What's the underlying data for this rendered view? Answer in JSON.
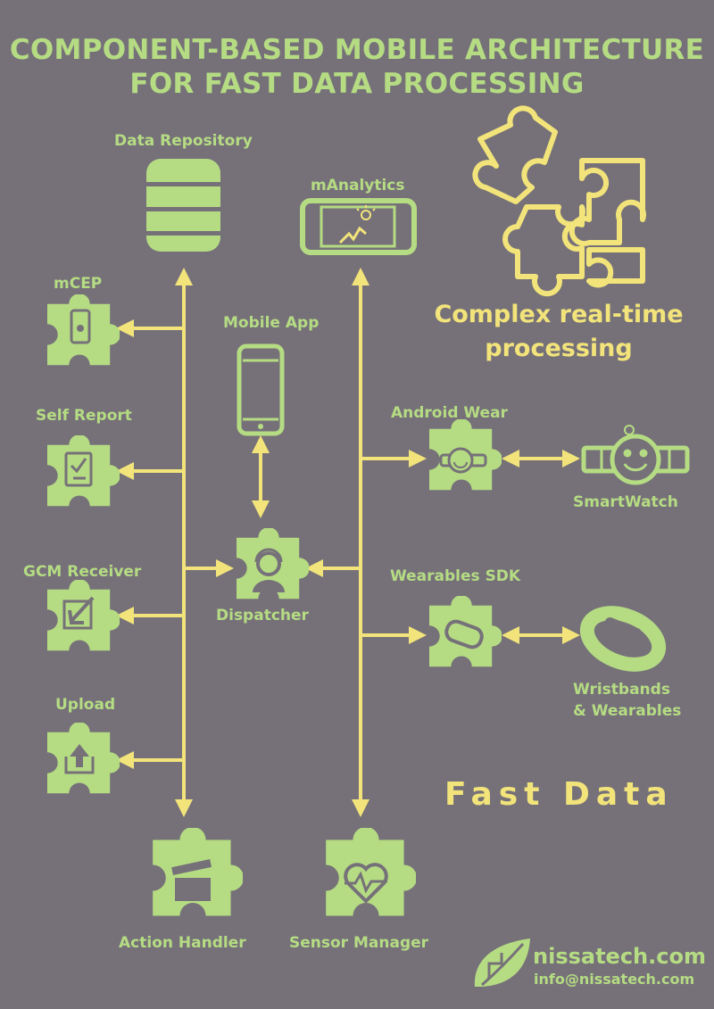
{
  "header": {
    "title_line1": "COMPONENT-BASED MOBILE ARCHITECTURE",
    "title_line2": "FOR FAST DATA PROCESSING"
  },
  "labels": {
    "data_repository": "Data Repository",
    "manalytics": "mAnalytics",
    "mcep": "mCEP",
    "mobile_app": "Mobile App",
    "self_report": "Self Report",
    "android_wear": "Android Wear",
    "smartwatch": "SmartWatch",
    "gcm_receiver": "GCM Receiver",
    "dispatcher": "Dispatcher",
    "wearables_sdk": "Wearables SDK",
    "wristbands_line1": "Wristbands",
    "wristbands_line2": "& Wearables",
    "upload": "Upload",
    "action_handler": "Action Handler",
    "sensor_manager": "Sensor Manager"
  },
  "callout": {
    "line1": "Complex real-time",
    "line2": "processing"
  },
  "fast_data": "Fast Data",
  "footer": {
    "brand": "nissatech.com",
    "email": "info@nissatech.com"
  },
  "colors": {
    "background": "#767179",
    "green": "#b5dc83",
    "yellow": "#f2e47a"
  },
  "icons": [
    "database-icon",
    "smartphone-chart-icon",
    "puzzle-icon",
    "smartphone-icon",
    "clipboard-icon",
    "arrow-box-icon",
    "upload-icon",
    "clapperboard-icon",
    "heart-rate-icon",
    "headset-icon",
    "smiley-watch-icon",
    "wristband-icon",
    "leaf-logo-icon"
  ]
}
